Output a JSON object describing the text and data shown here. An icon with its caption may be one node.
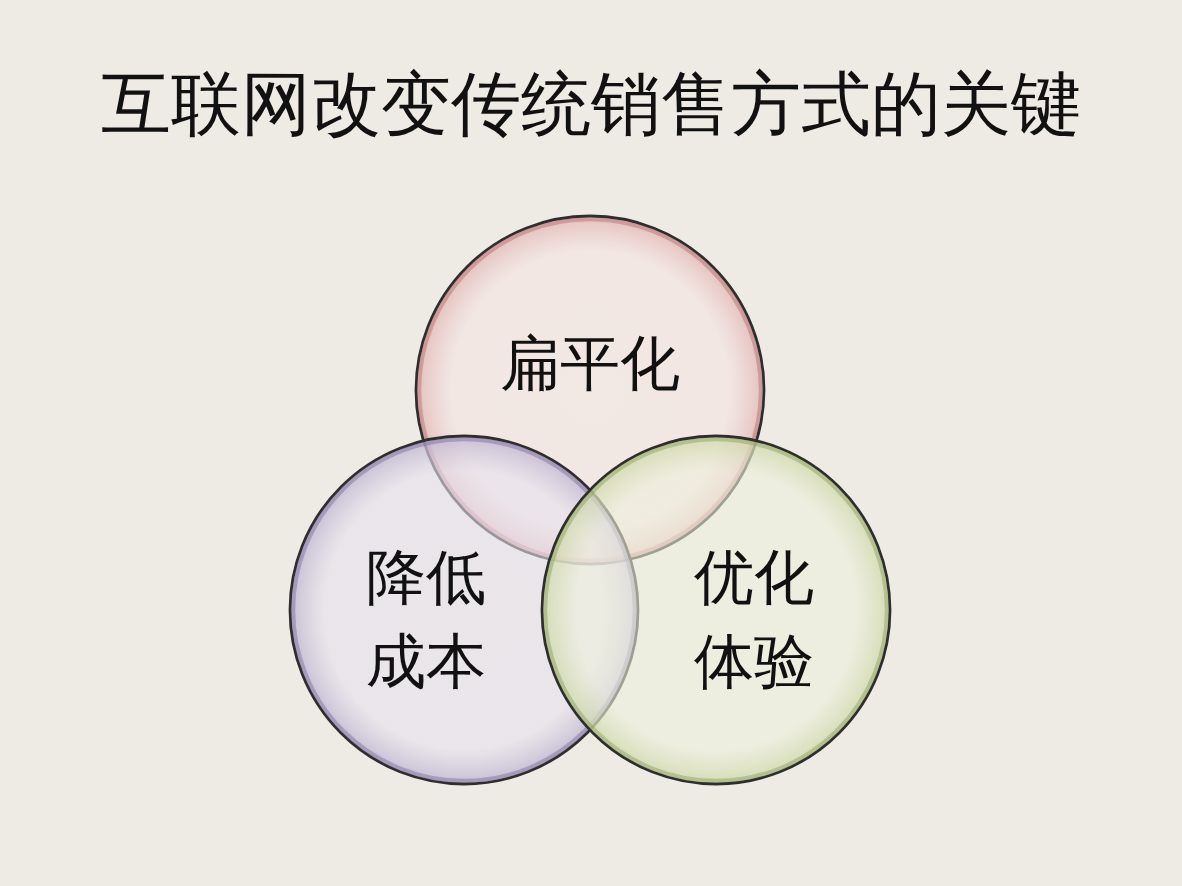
{
  "diagram": {
    "title": "互联网改变传统销售方式的关键",
    "nodes": [
      {
        "text": [
          "扁平化"
        ]
      },
      {
        "text": [
          "降低成本"
        ]
      },
      {
        "text": [
          "优化体验"
        ]
      }
    ]
  }
}
